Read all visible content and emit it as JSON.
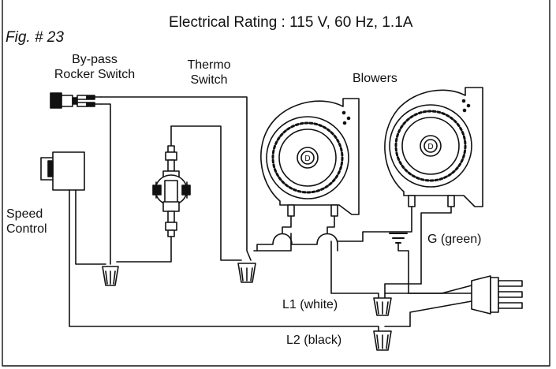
{
  "header": {
    "rating": "Electrical Rating : 115 V, 60 Hz, 1.1A",
    "figure_label": "Fig. # 23"
  },
  "components": {
    "bypass_switch": [
      "By-pass",
      "Rocker Switch"
    ],
    "thermo_switch": [
      "Thermo",
      "Switch"
    ],
    "blowers": "Blowers",
    "speed_control": [
      "Speed",
      "Control"
    ]
  },
  "wiring": {
    "ground": "G (green)",
    "l1": "L1 (white)",
    "l2": "L2 (black)"
  },
  "colors": {
    "line": "#111111",
    "background": "#ffffff"
  }
}
